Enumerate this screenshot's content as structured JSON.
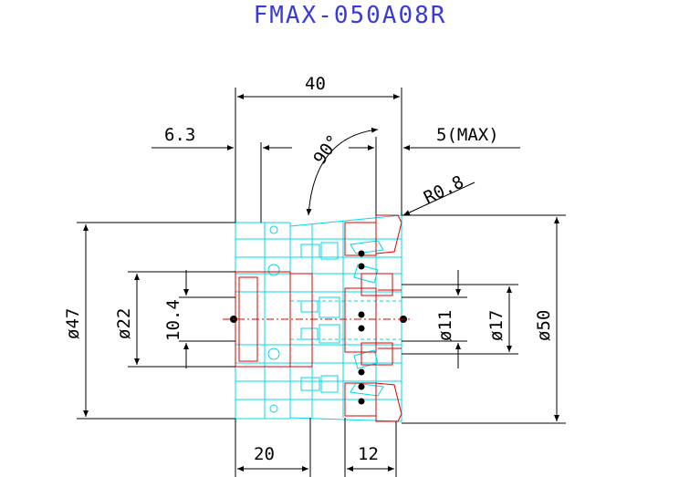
{
  "drawing": {
    "title": "FMAX-050A08R",
    "dims": {
      "length": "40",
      "step": "6.3",
      "angle": "90°",
      "max_depth": "5(MAX)",
      "radius": "R0.8",
      "d47": "ø47",
      "d22": "ø22",
      "h10_4": "10.4",
      "d11": "ø11",
      "d17": "ø17",
      "d50": "ø50",
      "w20": "20",
      "w12": "12"
    },
    "colors": {
      "body_outline": "#00d8e8",
      "inserts": "#e00000",
      "dimension": "#000000",
      "title": "#3a3ad8"
    }
  }
}
